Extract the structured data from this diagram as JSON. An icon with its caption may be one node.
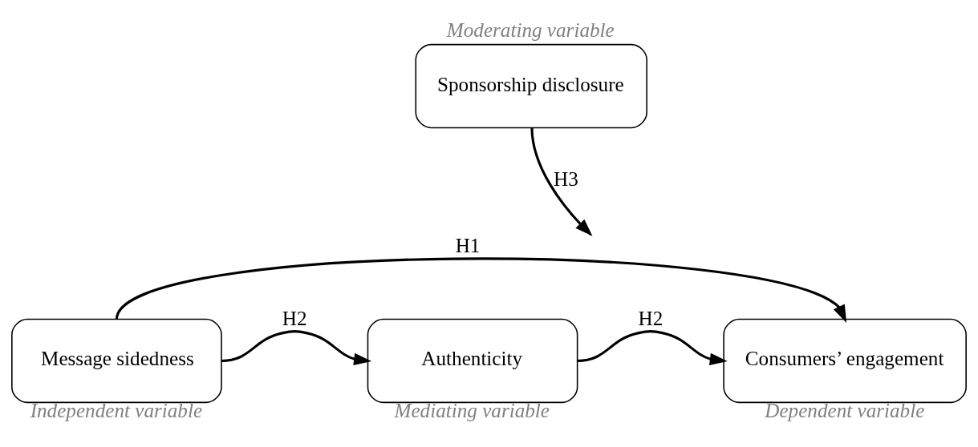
{
  "diagram": {
    "nodes": [
      {
        "text": [
          "Sponsorship disclosure"
        ],
        "beside": [
          "Moderating variable"
        ]
      },
      {
        "text": [
          "Message sidedness"
        ],
        "beside": [
          "Independent variable"
        ]
      },
      {
        "text": [
          "Authenticity"
        ],
        "beside": [
          "Mediating variable"
        ]
      },
      {
        "text": [
          "Consumers’ engagement"
        ],
        "beside": [
          "Dependent variable"
        ]
      }
    ],
    "edges": [
      {
        "from": 1,
        "to": 3,
        "arrow": "to",
        "label": "H1"
      },
      {
        "from": 0,
        "to": null,
        "arrow": "to",
        "label": "H3"
      },
      {
        "from": 1,
        "to": 2,
        "arrow": "to",
        "label": "H2"
      },
      {
        "from": 2,
        "to": 3,
        "arrow": "to",
        "label": "H2"
      }
    ]
  }
}
